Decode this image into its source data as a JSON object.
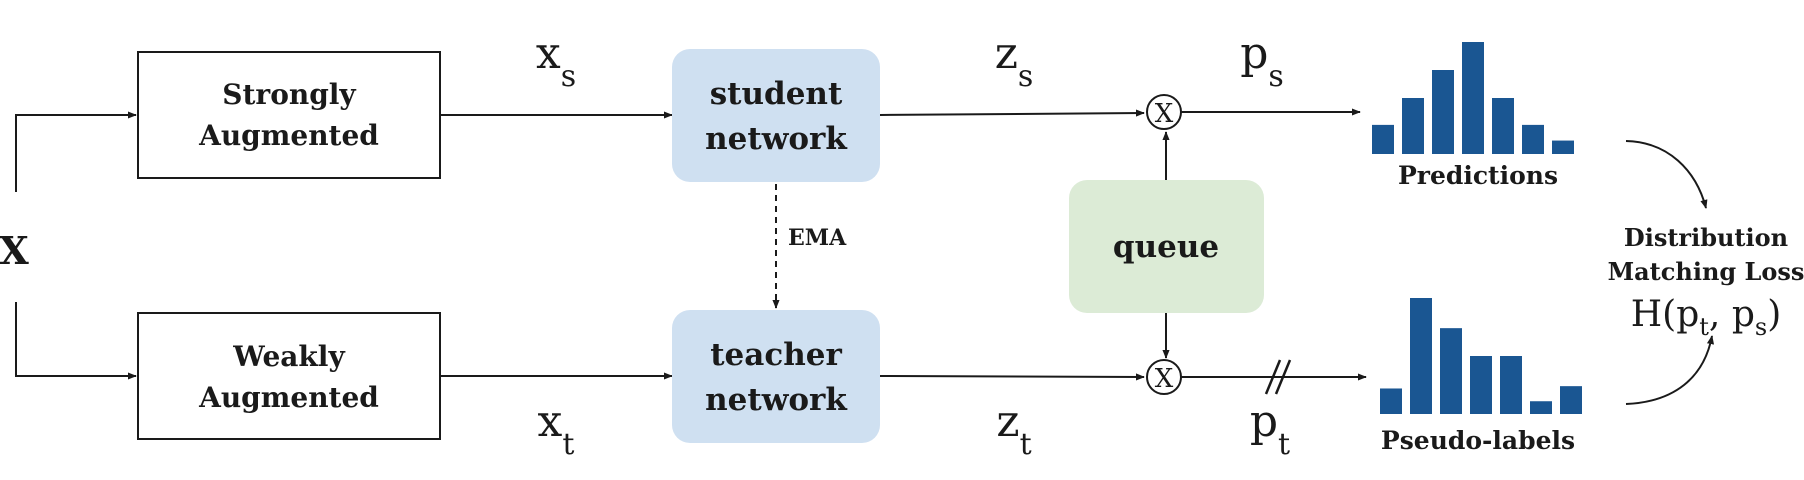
{
  "input": {
    "label": "X"
  },
  "augment": {
    "strong": [
      "Strongly",
      "Augmented"
    ],
    "weak": [
      "Weakly",
      "Augmented"
    ]
  },
  "networks": {
    "student": [
      "student",
      "network"
    ],
    "teacher": [
      "teacher",
      "network"
    ],
    "ema_label": "EMA"
  },
  "queue": {
    "label": "queue"
  },
  "variables": {
    "xs": {
      "base": "x",
      "sub": "s"
    },
    "xt": {
      "base": "x",
      "sub": "t"
    },
    "zs": {
      "base": "z",
      "sub": "s"
    },
    "zt": {
      "base": "z",
      "sub": "t"
    },
    "ps": {
      "base": "p",
      "sub": "s"
    },
    "pt": {
      "base": "p",
      "sub": "t"
    }
  },
  "multiply_symbol": "X",
  "stop_grad_symbol": "//",
  "predictions": {
    "label": "Predictions",
    "values": [
      0.26,
      0.5,
      0.75,
      1.0,
      0.5,
      0.26,
      0.12
    ]
  },
  "pseudo_labels": {
    "label": "Pseudo-labels",
    "values": [
      0.22,
      1.0,
      0.74,
      0.5,
      0.5,
      0.11,
      0.24
    ]
  },
  "loss": {
    "line1": "Distribution",
    "line2": "Matching Loss",
    "formula": {
      "h": "H(",
      "p1": "p",
      "s1": "t",
      "comma": ", ",
      "p2": "p",
      "s2": "s",
      "close": ")"
    }
  },
  "colors": {
    "network_fill": "#cfe0f1",
    "queue_fill": "#dcebd6",
    "bar_fill": "#1a5692",
    "line": "#1a1a1a"
  }
}
